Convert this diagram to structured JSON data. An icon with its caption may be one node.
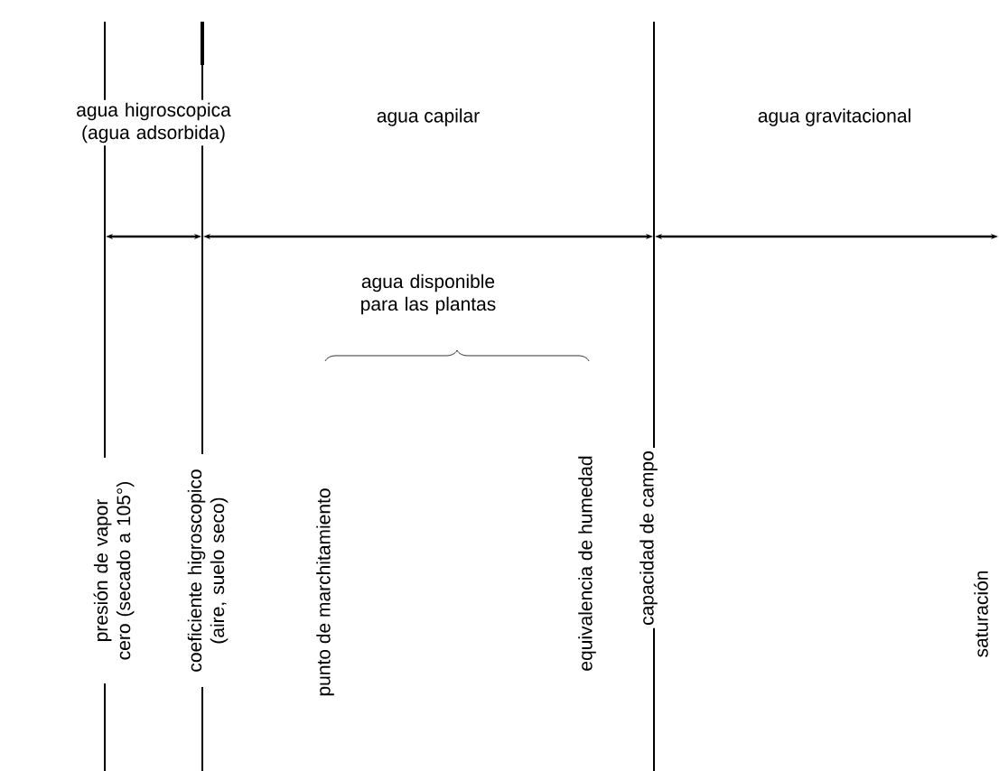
{
  "diagram": {
    "labels": [
      "agua higroscopica (agua adsorbida)",
      "agua capilar",
      "agua gravitacional",
      "agua disponible para las plantas",
      "presión de vapor cero (secado a 105°)",
      "coeficiente higroscopico (aire, suelo seco)",
      "punto de marchitamiento",
      "equivalencia de humedad",
      "capacidad de campo",
      "saturación"
    ]
  }
}
